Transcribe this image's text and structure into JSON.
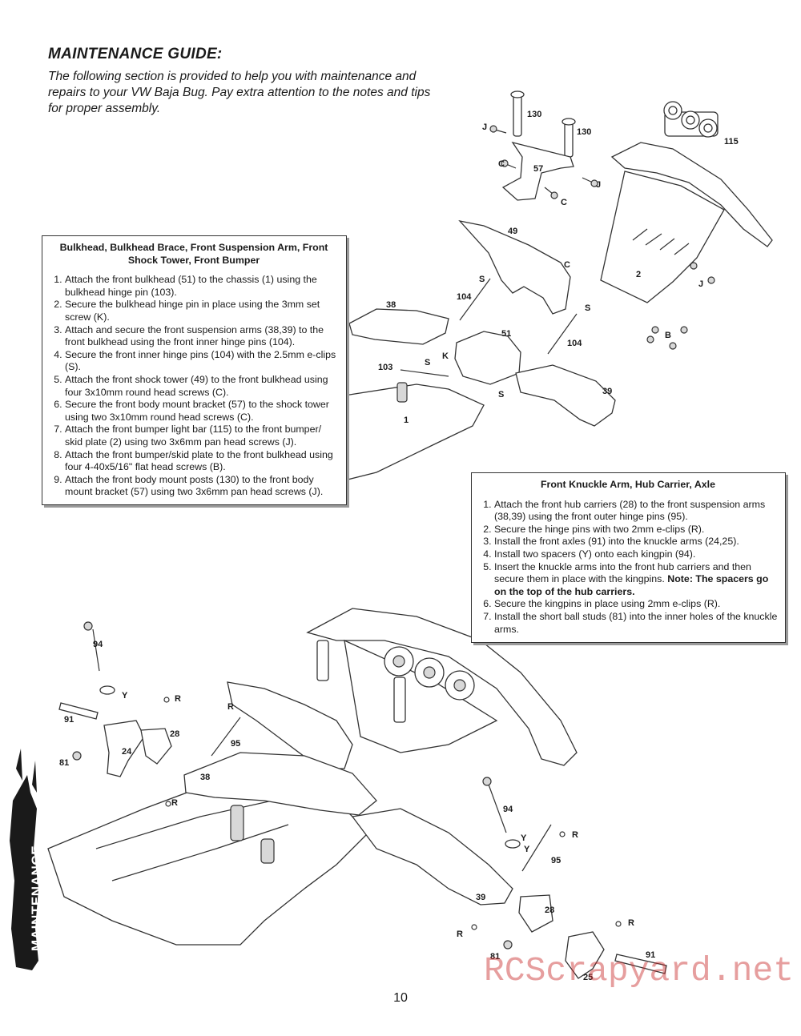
{
  "heading": "MAINTENANCE GUIDE:",
  "intro": "The following section is provided to help you with maintenance and repairs to your VW Baja Bug. Pay extra attention to the notes and tips for proper assembly.",
  "bulkhead_box": {
    "title": "Bulkhead, Bulkhead Brace, Front Suspension Arm, Front Shock Tower, Front Bumper",
    "steps": [
      "Attach the front bulkhead (51) to the chassis (1) using the bulkhead hinge pin (103).",
      "Secure the bulkhead hinge pin in place using the 3mm set screw (K).",
      "Attach and secure the front suspension arms (38,39) to the front bulkhead using the front inner hinge pins (104).",
      "Secure the front inner hinge pins (104) with the 2.5mm e-clips (S).",
      "Attach the front shock tower (49) to the front bulkhead using four 3x10mm round head screws (C).",
      "Secure the front body mount bracket (57) to the shock tower using two 3x10mm round head screws (C).",
      "Attach the front bumper light bar (115) to the front bumper/ skid plate (2) using two 3x6mm pan head screws (J).",
      "Attach the front bumper/skid plate to the front bulkhead using four 4-40x5/16\" flat head screws (B).",
      "Attach the front body mount posts (130) to the front body mount bracket (57) using two 3x6mm pan head screws (J)."
    ]
  },
  "knuckle_box": {
    "title": "Front Knuckle Arm, Hub Carrier, Axle",
    "steps": [
      "Attach the front hub carriers (28) to the front suspension arms (38,39) using the front outer hinge pins (95).",
      "Secure the hinge pins with two 2mm e-clips (R).",
      "Install the front axles (91) into the knuckle arms (24,25).",
      "Install two spacers (Y) onto each kingpin (94)."
    ],
    "step5_text": "Insert the knuckle arms into the front hub carriers and then secure them in place with the kingpins.",
    "step5_note": "Note: The spacers go on the top of the hub carriers.",
    "steps_tail": [
      "Secure the kingpins in place using 2mm e-clips (R).",
      "Install the short ball studs (81) into the inner holes of the knuckle arms."
    ]
  },
  "callouts_top": {
    "p130a": "130",
    "p130b": "130",
    "J1": "J",
    "C1": "C",
    "p57": "57",
    "J2": "J",
    "C2": "C",
    "p115": "115",
    "p49": "49",
    "C3": "C",
    "S1": "S",
    "p104a": "104",
    "p38": "38",
    "S2": "S",
    "p51": "51",
    "p104b": "104",
    "K": "K",
    "S3": "S",
    "p103": "103",
    "S4": "S",
    "p39": "39",
    "p1": "1",
    "p2": "2",
    "J3": "J",
    "B": "B"
  },
  "callouts_bottom": {
    "p94a": "94",
    "Y1": "Y",
    "R1": "R",
    "p91a": "91",
    "R2": "R",
    "p28a": "28",
    "p24": "24",
    "p95a": "95",
    "p81a": "81",
    "p38": "38",
    "R3": "R",
    "p94b": "94",
    "Y2": "Y",
    "Y3": "Y",
    "R4": "R",
    "p95b": "95",
    "p39": "39",
    "p28b": "28",
    "R5": "R",
    "R6": "R",
    "p91b": "91",
    "p81b": "81",
    "p25": "25"
  },
  "side_tab": "MAINTENANCE",
  "page_number": "10",
  "watermark": "RCScrapyard.net"
}
